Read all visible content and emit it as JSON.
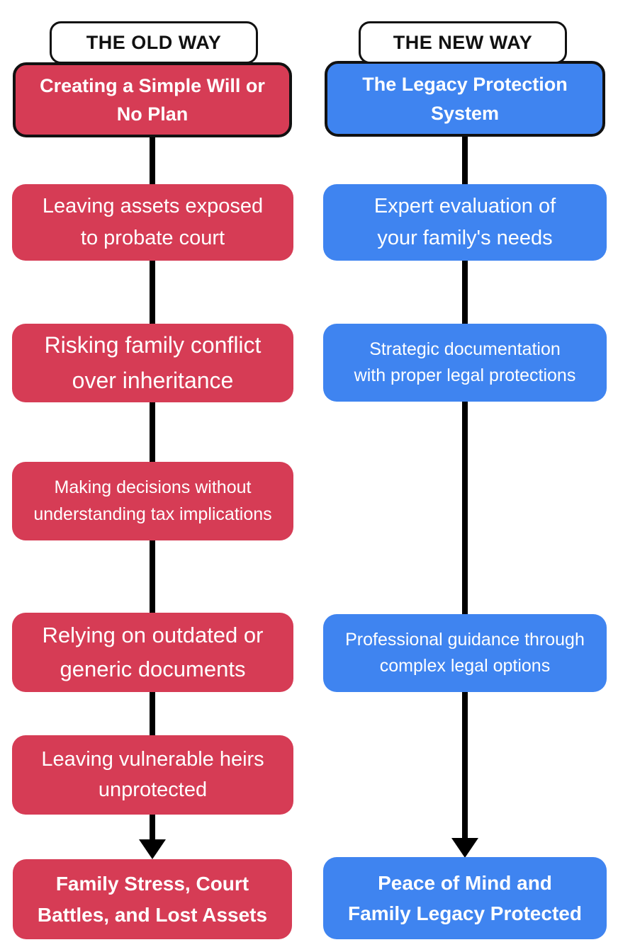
{
  "old_way": {
    "header": "THE OLD WAY",
    "boxes": [
      "Creating a Simple Will or\nNo Plan",
      "Leaving assets exposed\nto probate court",
      "Risking family conflict\nover inheritance",
      "Making decisions without\nunderstanding tax implications",
      "Relying on outdated or\ngeneric documents",
      "Leaving vulnerable heirs\nunprotected",
      "Family Stress, Court\nBattles, and Lost Assets"
    ]
  },
  "new_way": {
    "header": "THE NEW WAY",
    "boxes": [
      "The Legacy Protection\nSystem",
      "Expert evaluation of\nyour family's needs",
      "Strategic documentation\nwith proper legal protections",
      "Professional guidance through\ncomplex legal options",
      "Peace of Mind and\nFamily Legacy Protected"
    ]
  },
  "colors": {
    "old_accent": "#d63c55",
    "new_accent": "#3f84f0",
    "connector": "#000000",
    "header_bg": "#ffffff",
    "header_text": "#111111",
    "text_on_accent": "#ffffff"
  }
}
